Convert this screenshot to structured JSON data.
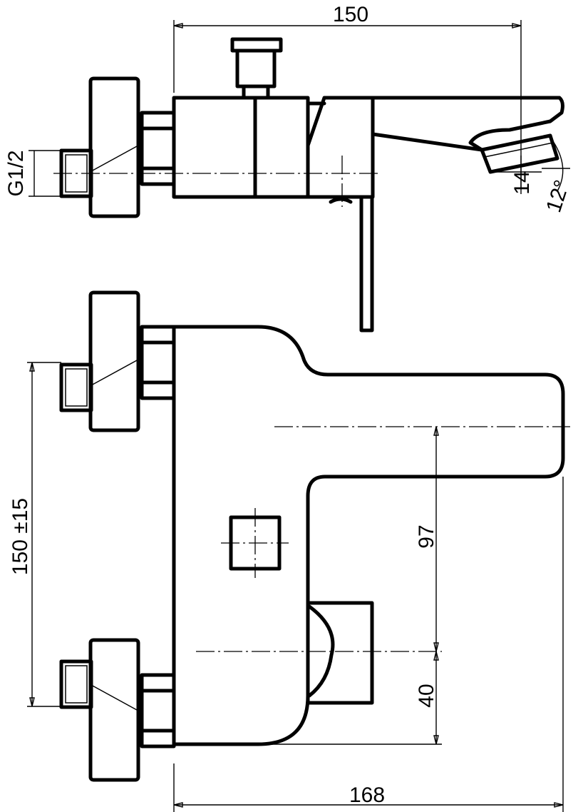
{
  "dimensions": {
    "top_width": "150",
    "spout_height": "14",
    "spout_angle": "12°",
    "inlet_thread": "G1/2",
    "inlet_spacing": "150 ±15",
    "spout_axis_offset": "97",
    "handle_axis_offset": "40",
    "overall_depth": "168"
  }
}
